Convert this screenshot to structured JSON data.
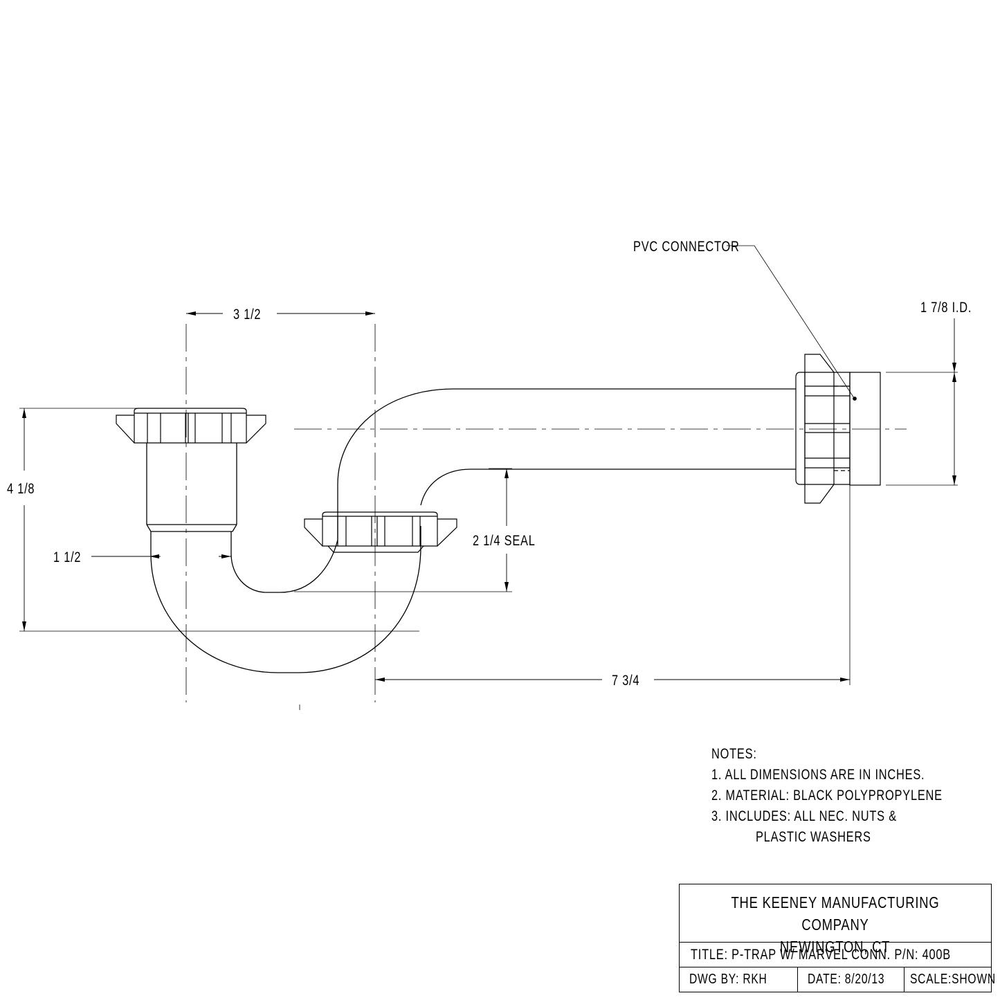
{
  "dimensions": {
    "center_spacing": "3 1/2",
    "overall_height": "4 1/8",
    "tube_od": "1 1/2",
    "seal": "2 1/4 SEAL",
    "arm_length": "7 3/4",
    "connector_id": "1 7/8 I.D."
  },
  "callouts": {
    "pvc_connector": "PVC CONNECTOR"
  },
  "notes": {
    "heading": "NOTES:",
    "line1": "1. ALL DIMENSIONS ARE IN INCHES.",
    "line2": "2. MATERIAL: BLACK POLYPROPYLENE",
    "line3": "3. INCLUDES: ALL NEC. NUTS &",
    "line4": "            PLASTIC WASHERS"
  },
  "title_block": {
    "company": "THE KEENEY MANUFACTURING COMPANY",
    "location": "NEWINGTON, CT",
    "title": "TITLE: P-TRAP W/ MARVEL CONN.  P/N: 400B",
    "drawn_by": "DWG BY:  RKH",
    "date": "DATE: 8/20/13",
    "scale": "SCALE:SHOWN"
  }
}
